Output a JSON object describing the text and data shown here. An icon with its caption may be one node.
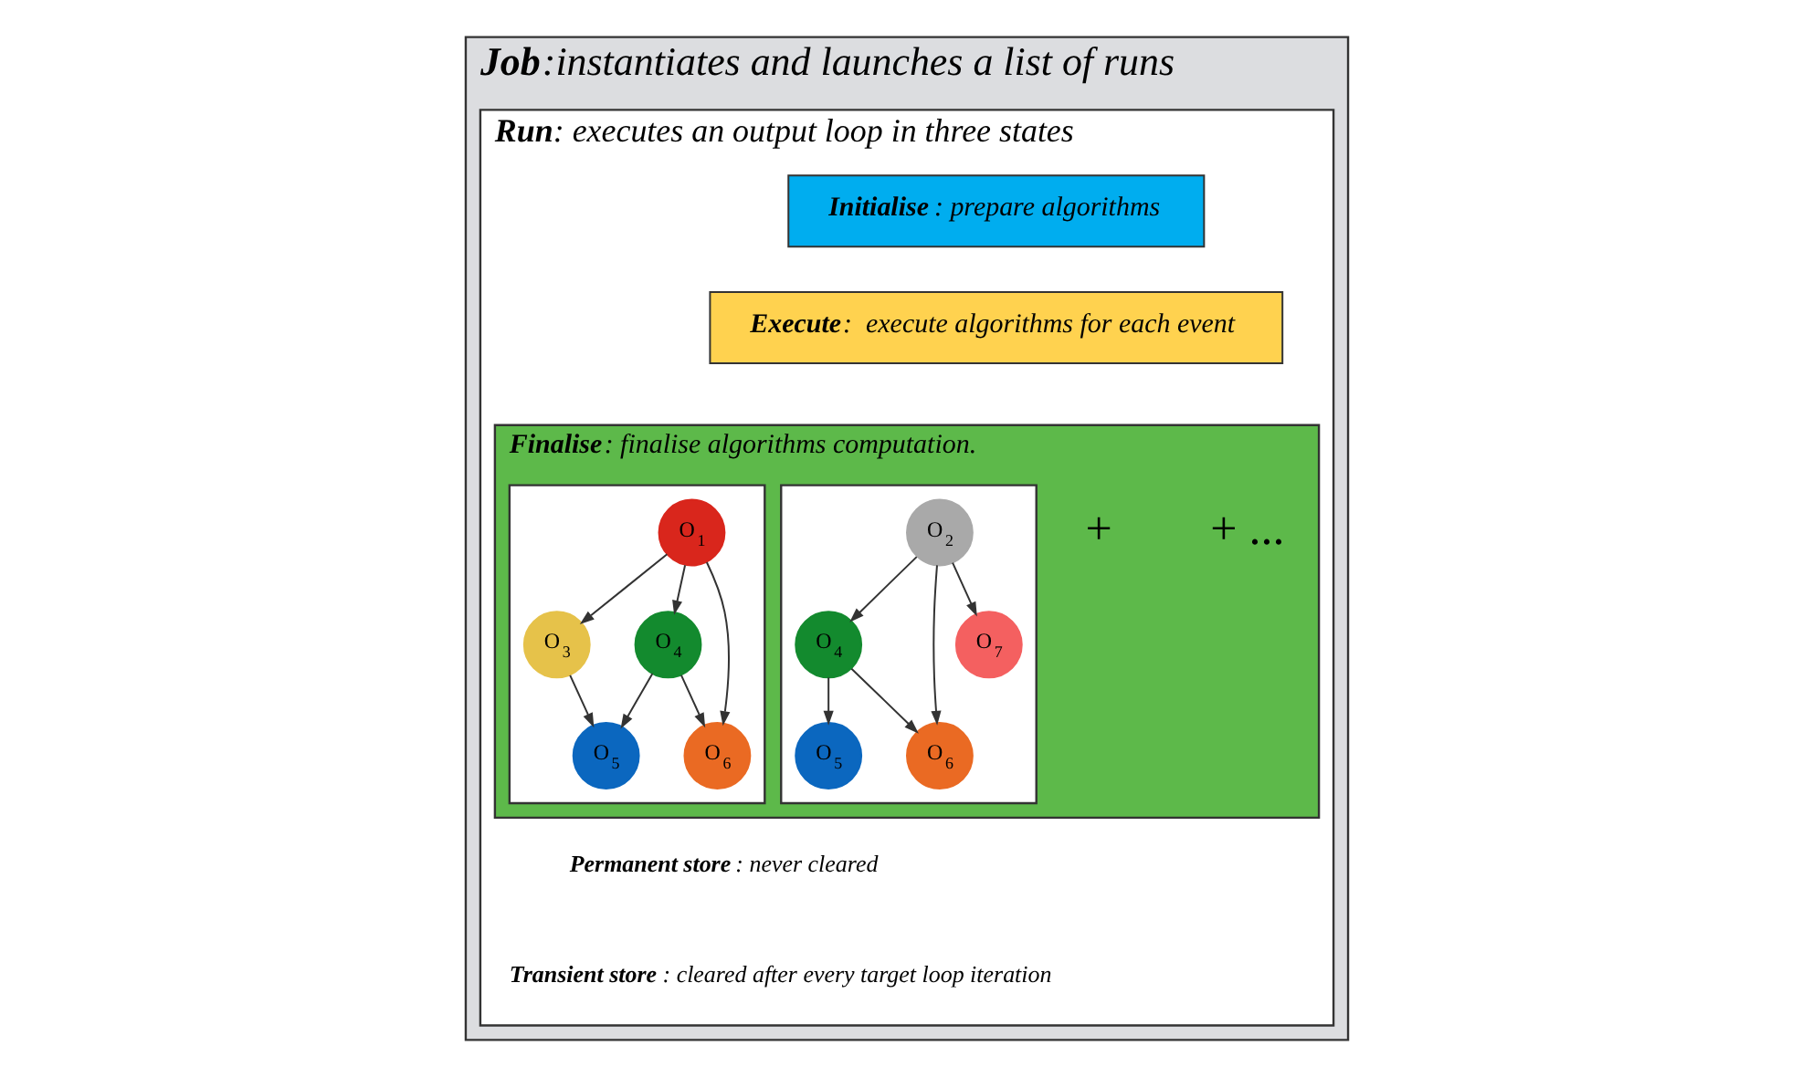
{
  "diagram": {
    "nodes": [
      {
        "text": [
          "**Job**:instantiates and launches a list of runs"
        ]
      },
      {
        "text": [
          "**Run**: executes an output loop in three states"
        ],
        "in": 0
      },
      {
        "text": [
          "**Initialise**: prepare algorithms"
        ],
        "in": 1
      },
      {
        "text": [
          "**Execute**:  execute algorithms for each event"
        ],
        "in": 1
      },
      {
        "text": [
          "**Finalise**: finalise algorithms computation."
        ],
        "in": 1
      },
      {
        "text": [],
        "shape": "box",
        "in": 4
      },
      {
        "text": [],
        "shape": "box",
        "in": 4
      },
      {
        "text": [
          "O$_{1}$"
        ],
        "in": 5
      },
      {
        "text": [
          "O$_{3}$"
        ],
        "in": 5
      },
      {
        "text": [
          "O$_{4}$"
        ],
        "in": 5
      },
      {
        "text": [
          "O$_{5}$"
        ],
        "in": 5
      },
      {
        "text": [
          "O$_{6}$"
        ],
        "in": 5
      },
      {
        "text": [
          "O$_{2}$"
        ],
        "in": 6
      },
      {
        "text": [
          "O$_{4}$"
        ],
        "in": 6
      },
      {
        "text": [
          "O$_{5}$"
        ],
        "in": 6
      },
      {
        "text": [
          "O$_{6}$"
        ],
        "in": 6
      },
      {
        "text": [
          "O$_{7}$"
        ],
        "in": 6
      }
    ],
    "edges": [
      {
        "from": 7,
        "to": 8,
        "arrow": "to"
      },
      {
        "from": 7,
        "to": 9,
        "arrow": "to"
      },
      {
        "from": 7,
        "to": 11,
        "arrow": "to"
      },
      {
        "from": 8,
        "to": 10,
        "arrow": "to"
      },
      {
        "from": 9,
        "to": 10,
        "arrow": "to"
      },
      {
        "from": 9,
        "to": 11,
        "arrow": "to"
      },
      {
        "from": 12,
        "to": 13,
        "arrow": "to"
      },
      {
        "from": 12,
        "to": 15,
        "arrow": "to"
      },
      {
        "from": 12,
        "to": 16,
        "arrow": "to"
      },
      {
        "from": 13,
        "to": 14,
        "arrow": "to"
      },
      {
        "from": 13,
        "to": 15,
        "arrow": "to"
      }
    ],
    "labels": [
      "+",
      "+ ...",
      "**Permanent store**: never cleared",
      "**Transient store**: cleared after every target loop iteration"
    ]
  }
}
